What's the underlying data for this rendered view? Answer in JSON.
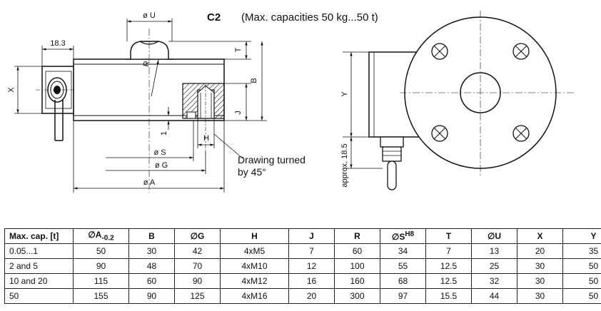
{
  "title": {
    "code": "C2",
    "subtitle": "(Max. capacities 50 kg...50 t)"
  },
  "drawing": {
    "side_view_dims": {
      "dia_U": "ø U",
      "dim_18_3": "18.3",
      "T": "T",
      "X": "X",
      "R": "R",
      "B": "B",
      "J": "J",
      "one": "1",
      "H": "H",
      "dia_S": "ø S",
      "dia_G": "ø G",
      "dia_A": "ø A"
    },
    "note_line1": "Drawing turned",
    "note_line2": "by 45°",
    "front_view_dims": {
      "Y": "Y",
      "approx": "approx. 18.5"
    }
  },
  "table": {
    "headers": [
      {
        "main": "Max. cap. [t]",
        "sub": "",
        "sup": ""
      },
      {
        "main": "∅A",
        "sub": "-0.2",
        "sup": ""
      },
      {
        "main": "B",
        "sub": "",
        "sup": ""
      },
      {
        "main": "∅G",
        "sub": "",
        "sup": ""
      },
      {
        "main": "H",
        "sub": "",
        "sup": ""
      },
      {
        "main": "J",
        "sub": "",
        "sup": ""
      },
      {
        "main": "R",
        "sub": "",
        "sup": ""
      },
      {
        "main": "∅S",
        "sub": "",
        "sup": "H8"
      },
      {
        "main": "T",
        "sub": "",
        "sup": ""
      },
      {
        "main": "∅U",
        "sub": "",
        "sup": ""
      },
      {
        "main": "X",
        "sub": "",
        "sup": ""
      },
      {
        "main": "Y",
        "sub": "",
        "sup": ""
      }
    ],
    "rows": [
      [
        "0.05...1",
        "50",
        "30",
        "42",
        "4xM5",
        "7",
        "60",
        "34",
        "7",
        "13",
        "20",
        "35"
      ],
      [
        "2 and 5",
        "90",
        "48",
        "70",
        "4xM10",
        "12",
        "100",
        "55",
        "12.5",
        "25",
        "30",
        "50"
      ],
      [
        "10 and 20",
        "115",
        "60",
        "90",
        "4xM12",
        "16",
        "160",
        "68",
        "12.5",
        "32",
        "30",
        "50"
      ],
      [
        "50",
        "155",
        "90",
        "125",
        "4xM16",
        "20",
        "300",
        "97",
        "15.5",
        "44",
        "30",
        "50"
      ]
    ]
  }
}
